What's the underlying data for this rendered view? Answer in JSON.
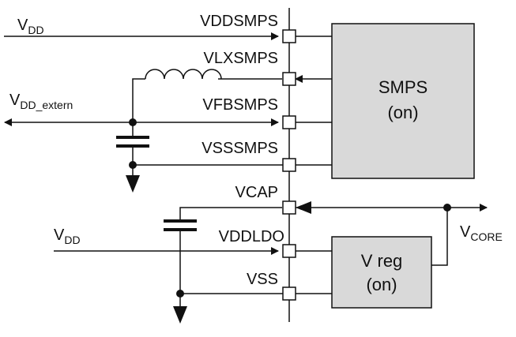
{
  "pins": {
    "vddsmps": "VDDSMPS",
    "vlxsmps": "VLXSMPS",
    "vfbsmps": "VFBSMPS",
    "vsssmps": "VSSSMPS",
    "vcap": "VCAP",
    "vddldo": "VDDLDO",
    "vss": "VSS"
  },
  "rails": {
    "vdd_top_main": "V",
    "vdd_top_sub": "DD",
    "vdd_extern_main": "V",
    "vdd_extern_sub": "DD_extern",
    "vdd_bottom_main": "V",
    "vdd_bottom_sub": "DD",
    "vcore_main": "V",
    "vcore_sub": "CORE"
  },
  "blocks": {
    "smps_line1": "SMPS",
    "smps_line2": "(on)",
    "vreg_line1": "V reg",
    "vreg_line2": "(on)"
  },
  "colors": {
    "line": "#111111",
    "block_fill": "#d9d9d9",
    "pad_fill": "#ffffff"
  }
}
